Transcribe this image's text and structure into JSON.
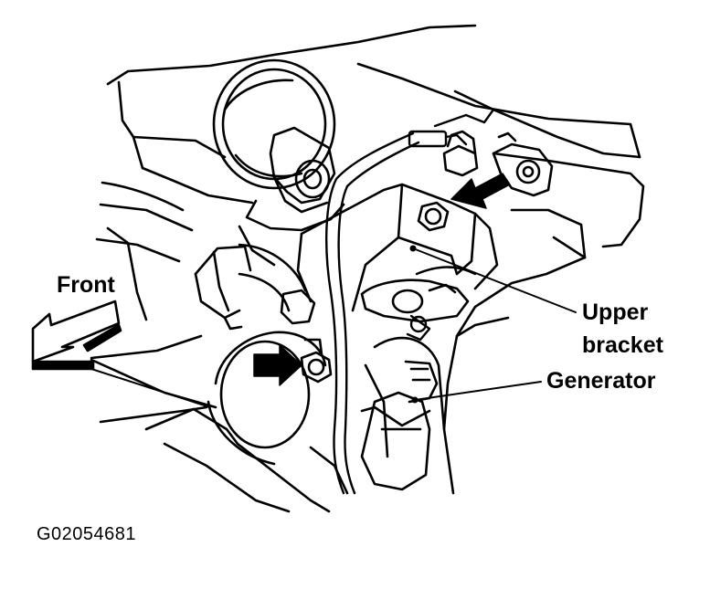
{
  "labels": {
    "front": "Front",
    "upper_bracket_line1": "Upper",
    "upper_bracket_line2": "bracket",
    "generator": "Generator"
  },
  "figure_code": "G02054681",
  "colors": {
    "ink": "#000000",
    "paper": "#ffffff"
  }
}
